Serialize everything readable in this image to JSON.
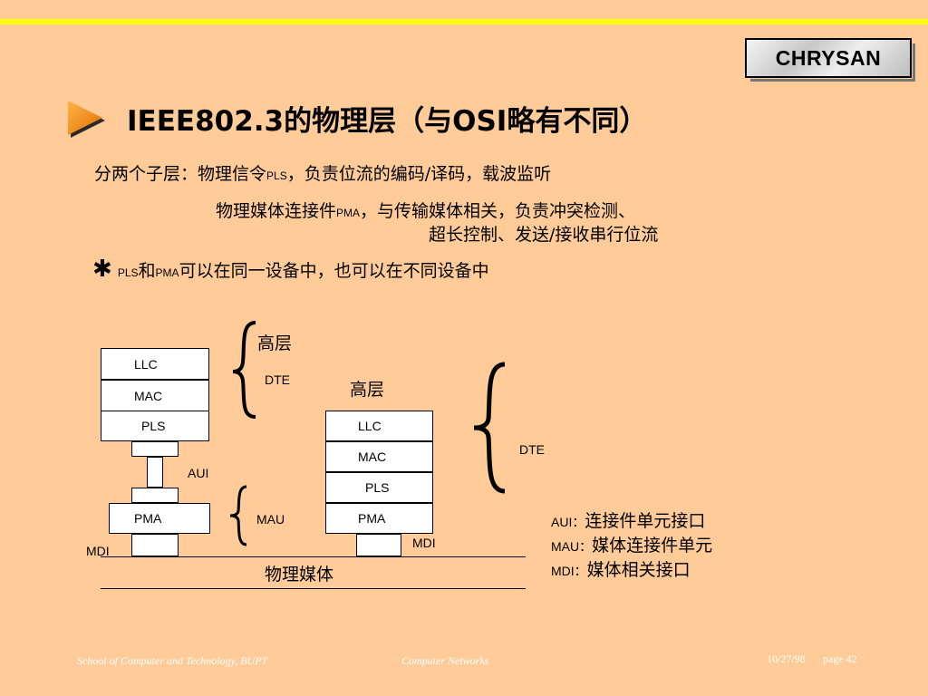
{
  "logo": {
    "text": "CHRYSAN"
  },
  "title": "IEEE802.3的物理层（与OSI略有不同）",
  "body": {
    "line1_a": "分两个子层：物理信令",
    "line1_b": "PLS",
    "line1_c": "，负责位流的编码/译码，载波监听",
    "line2_a": "物理媒体连接件",
    "line2_b": "PMA",
    "line2_c": "，与传输媒体相关，负责冲突检测、",
    "line3": "超长控制、发送/接收串行位流",
    "note_star": "✱",
    "note_a": "PLS",
    "note_b": "和",
    "note_c": "PMA",
    "note_d": "可以在同一设备中，也可以在不同设备中"
  },
  "diagram": {
    "left_stack": [
      "LLC",
      "MAC",
      "PLS"
    ],
    "right_stack": [
      "LLC",
      "MAC",
      "PLS"
    ],
    "left_pma": "PMA",
    "right_pma": "PMA",
    "upper_layer_left": "高层",
    "upper_layer_right": "高层",
    "dte_left": "DTE",
    "dte_right": "DTE",
    "aui": "AUI",
    "mau": "MAU",
    "mdi_left": "MDI",
    "mdi_right": "MDI",
    "medium": "物理媒体"
  },
  "legend": [
    {
      "abbr": "AUI",
      "sep": "：",
      "desc": "连接件单元接口"
    },
    {
      "abbr": "MAU",
      "sep": "：",
      "desc": "媒体连接件单元"
    },
    {
      "abbr": "MDI",
      "sep": "：",
      "desc": "媒体相关接口"
    }
  ],
  "footer": {
    "school": "School of Computer and Technology, BUPT",
    "course": "Computer  Networks",
    "date": "10/27/98",
    "page": "page 42"
  }
}
